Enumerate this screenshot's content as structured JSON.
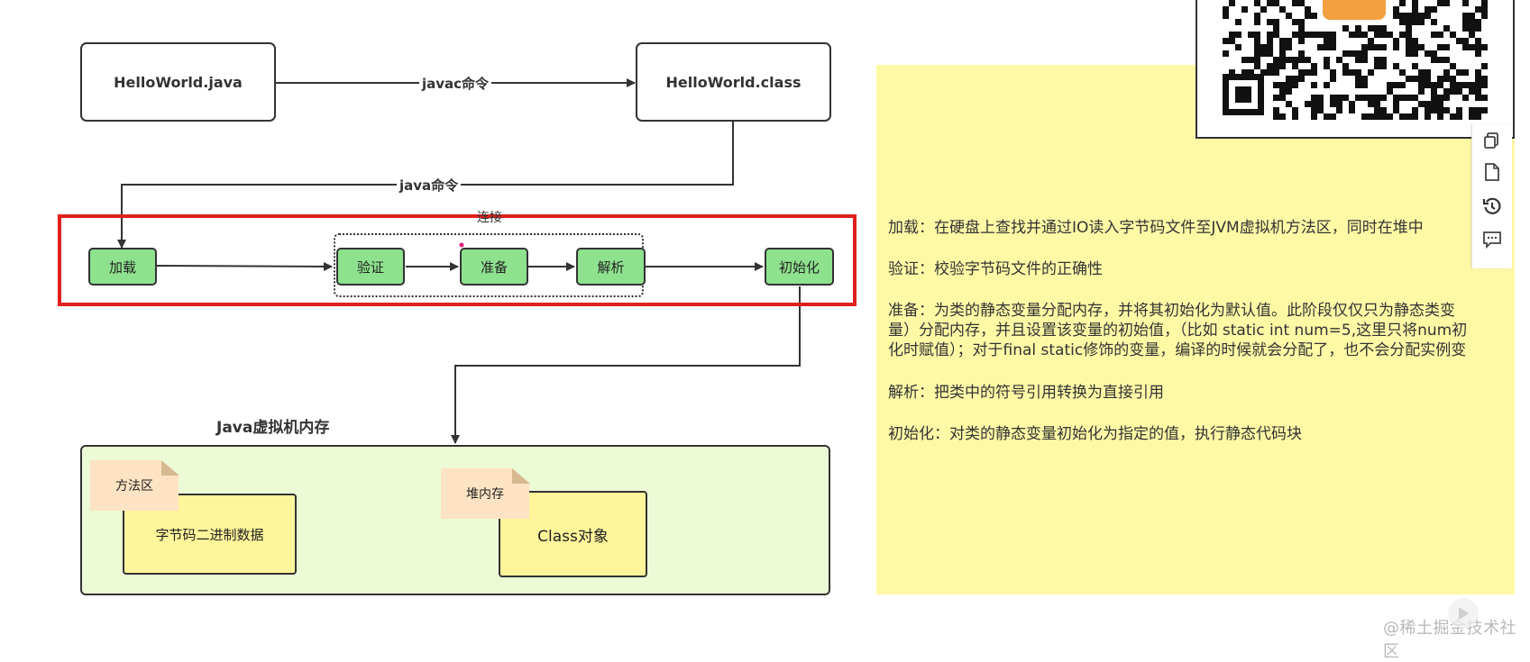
{
  "diagram": {
    "source_file": "HelloWorld.java",
    "class_file": "HelloWorld.class",
    "javac_label": "javac命令",
    "java_label": "java命令",
    "group_label": "连接",
    "steps": {
      "load": "加载",
      "verify": "验证",
      "prepare": "准备",
      "resolve": "解析",
      "init": "初始化"
    },
    "jvm_title": "Java虚拟机内存",
    "method_area_note": "方法区",
    "heap_note": "堆内存",
    "bytecode_box": "字节码二进制数据",
    "class_object_box": "Class对象",
    "highlight_color": "#e0201c",
    "step_color": "#8ee28e"
  },
  "descriptions": [
    "加载：在硬盘上查找并通过IO读入字节码文件至JVM虚拟机方法区，同时在堆中",
    "验证：校验字节码文件的正确性",
    "准备：为类的静态变量分配内存，并将其初始化为默认值。此阶段仅仅只为静态类变",
    "量）分配内存，并且设置该变量的初始值，（比如 static int num=5,这里只将num初",
    "化时赋值）；对于final static修饰的变量，编译的时候就会分配了，也不会分配实例变",
    "解析：把类中的符号引用转换为直接引用",
    "初始化：对类的静态变量初始化为指定的值，执行静态代码块"
  ],
  "toolbar": {
    "icons": [
      "copy-icon",
      "document-icon",
      "history-icon",
      "comment-icon"
    ]
  },
  "watermark": "@稀土掘金技术社区"
}
